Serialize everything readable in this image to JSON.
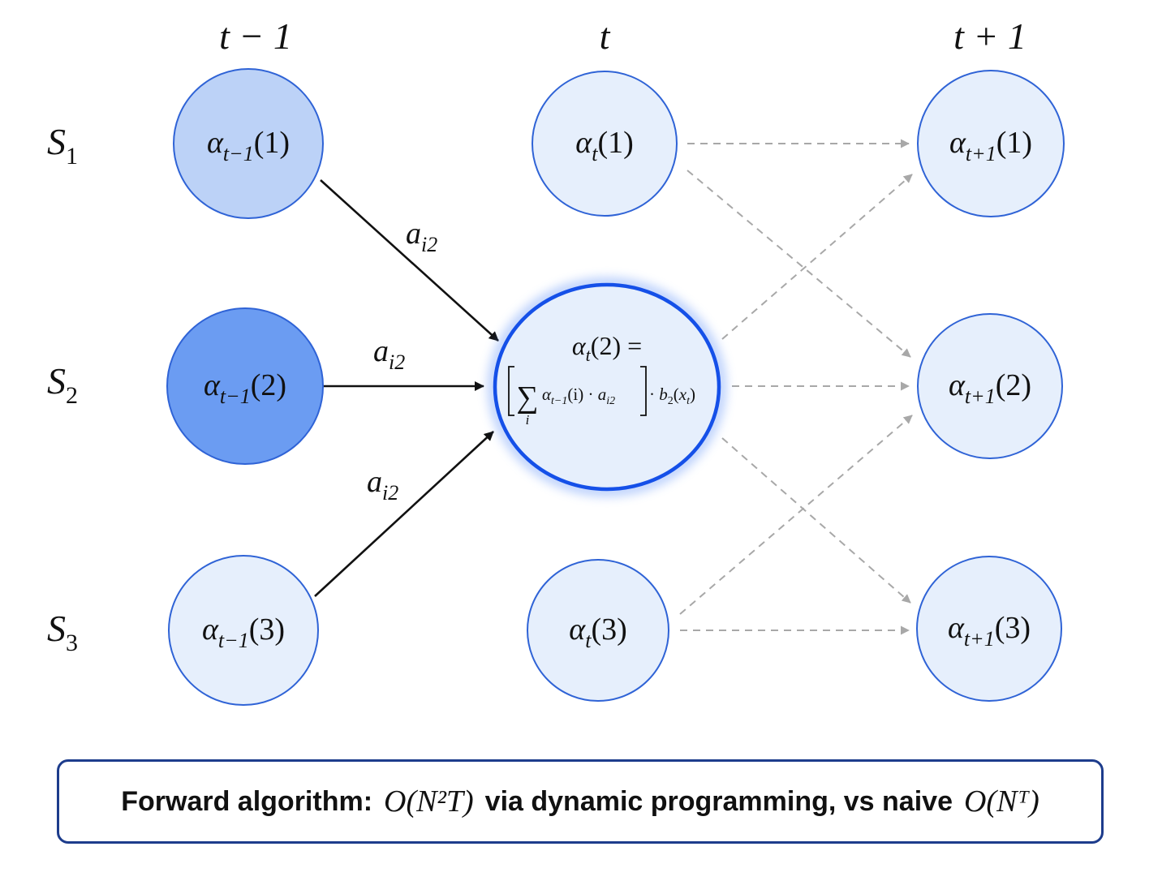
{
  "time_labels": {
    "prev": "t − 1",
    "curr": "t",
    "next": "t + 1"
  },
  "state_labels": [
    {
      "base": "S",
      "sub": "1"
    },
    {
      "base": "S",
      "sub": "2"
    },
    {
      "base": "S",
      "sub": "3"
    }
  ],
  "nodes": {
    "prev": [
      {
        "base": "α",
        "sub": "t−1",
        "arg": "(1)",
        "fill": "#bcd2f7"
      },
      {
        "base": "α",
        "sub": "t−1",
        "arg": "(2)",
        "fill": "#6b9cf2"
      },
      {
        "base": "α",
        "sub": "t−1",
        "arg": "(3)",
        "fill": "#e6effc"
      }
    ],
    "curr": [
      {
        "base": "α",
        "sub": "t",
        "arg": "(1)",
        "fill": "#e6effc"
      },
      {
        "base": "α",
        "sub": "t",
        "arg": "(2) =",
        "fill": "#e6effc"
      },
      {
        "base": "α",
        "sub": "t",
        "arg": "(3)",
        "fill": "#e6effc"
      }
    ],
    "next": [
      {
        "base": "α",
        "sub": "t+1",
        "arg": "(1)",
        "fill": "#e6effc"
      },
      {
        "base": "α",
        "sub": "t+1",
        "arg": "(2)",
        "fill": "#e6effc"
      },
      {
        "base": "α",
        "sub": "t+1",
        "arg": "(3)",
        "fill": "#e6effc"
      }
    ]
  },
  "formula": {
    "sum_symbol": "∑",
    "sum_index": "i",
    "term_alpha": "α",
    "term_alpha_sub": "t−1",
    "term_arg": "(i) · ",
    "term_a": "a",
    "term_a_sub": "i2",
    "tail_dot": "· ",
    "tail_b": "b",
    "tail_b_sub": "2",
    "tail_open": "(",
    "tail_x": "x",
    "tail_x_sub": "t",
    "tail_close": ")"
  },
  "edge_labels": [
    {
      "base": "a",
      "sub": "i2"
    },
    {
      "base": "a",
      "sub": "i2"
    },
    {
      "base": "a",
      "sub": "i2"
    }
  ],
  "caption": {
    "prefix": "Forward algorithm:",
    "complexity_dp": "O(N²T)",
    "middle": "via dynamic programming, vs naive",
    "complexity_naive": "O(Nᵀ)"
  },
  "colors": {
    "node_stroke": "#2f63d6",
    "highlight_stroke": "#1550e8",
    "solid_arrow": "#111111",
    "dashed_arrow": "#a8a8a8",
    "caption_border": "#1d3c8c"
  }
}
